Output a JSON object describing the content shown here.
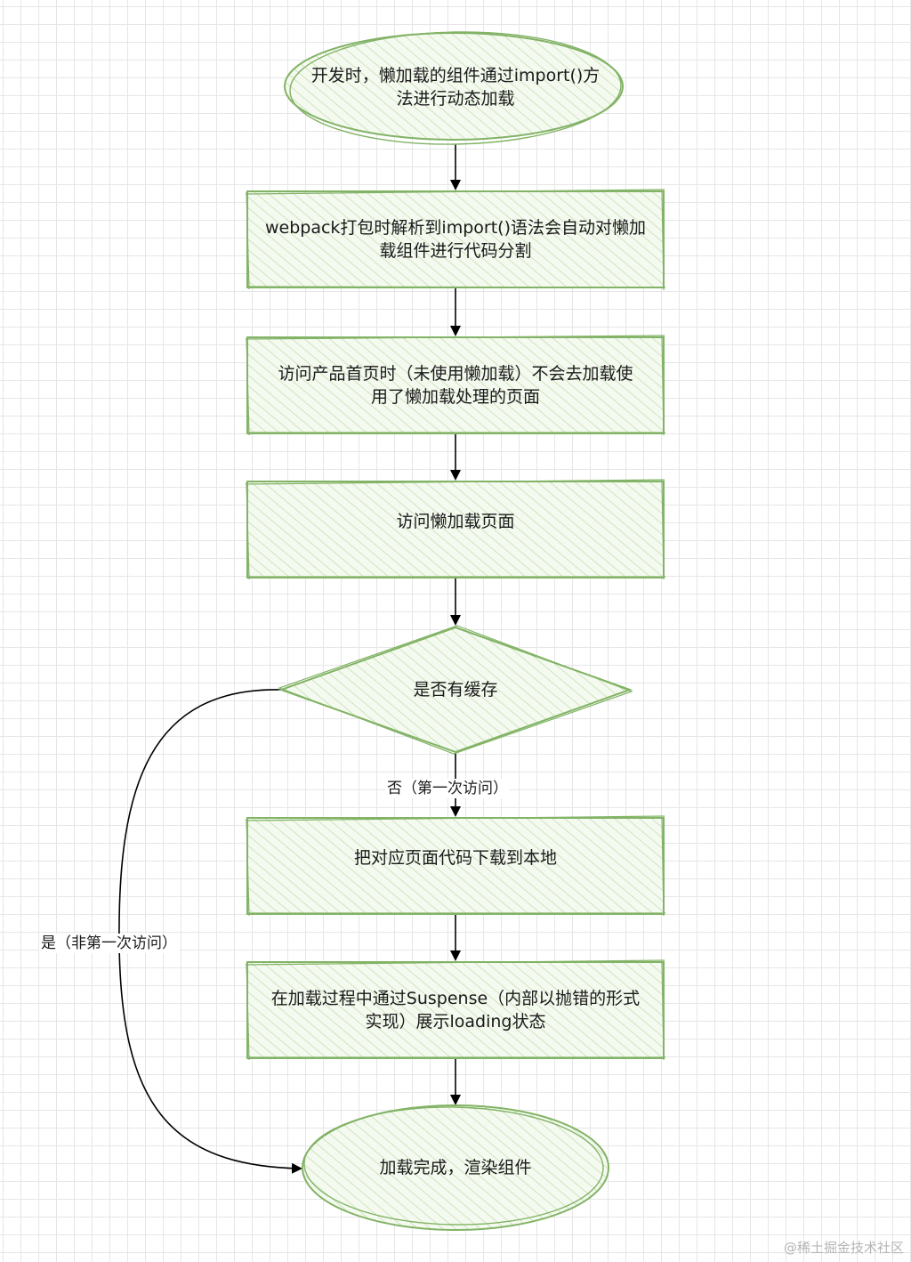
{
  "diagram": {
    "nodes": {
      "start": "开发时，懒加载的组件通过import()方\n法进行动态加载",
      "split": "webpack打包时解析到import()语法会自动对懒加\n载组件进行代码分割",
      "home": "访问产品首页时（未使用懒加载）不会去加载使\n用了懒加载处理的页面",
      "visit": "访问懒加载页面",
      "cache": "是否有缓存",
      "download": "把对应页面代码下载到本地",
      "suspense": "在加载过程中通过Suspense（内部以抛错的形式\n实现）展示loading状态",
      "finish": "加载完成，渲染组件"
    },
    "edges": {
      "no_label": "否（第一次访问）",
      "yes_label": "是（非第一次访问）"
    }
  },
  "watermark": "@稀土掘金技术社区",
  "colors": {
    "stroke": "#82b366",
    "hatch": "#a9cf8e",
    "fill": "#f4f9ef",
    "line": "#000000"
  }
}
